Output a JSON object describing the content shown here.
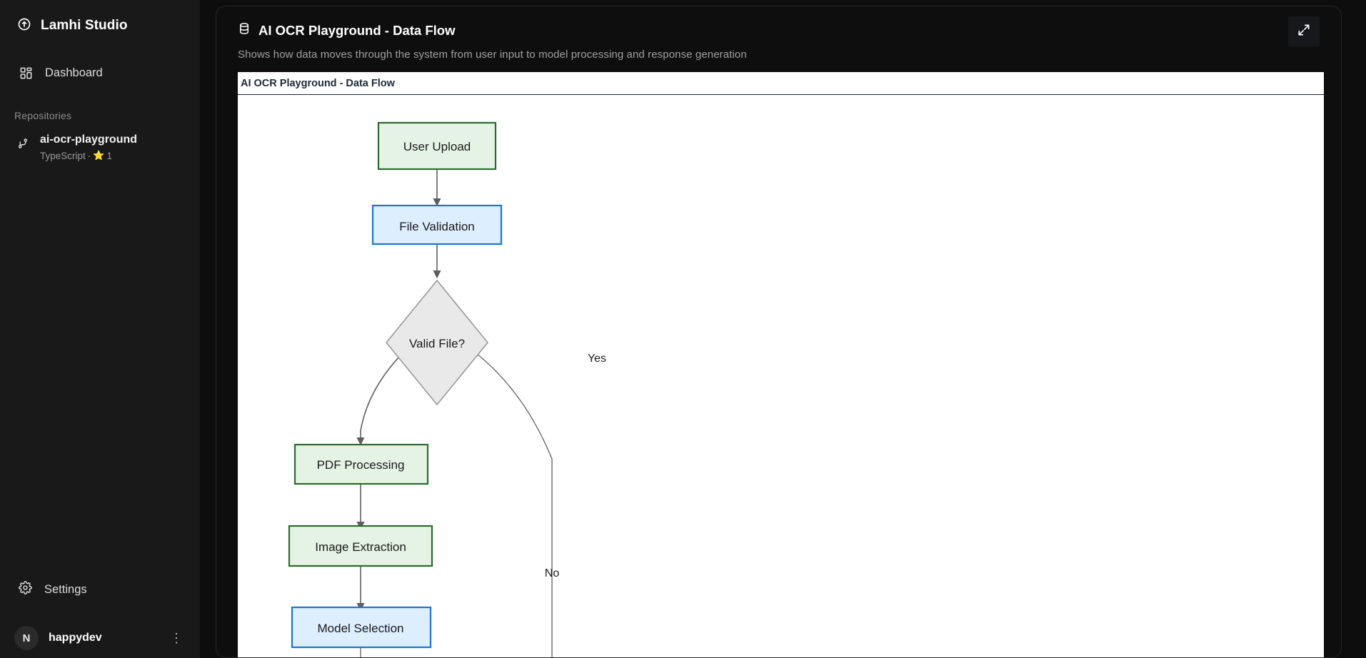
{
  "sidebar": {
    "brand": {
      "label": "Lamhi Studio",
      "icon": "arrow-up-circle-icon"
    },
    "nav": [
      {
        "label": "Dashboard",
        "icon": "dashboard-grid-icon"
      }
    ],
    "section_label": "Repositories",
    "repositories": [
      {
        "name": "ai-ocr-playground",
        "language": "TypeScript",
        "separator": "·",
        "star_glyph": "⭐",
        "stars": "1",
        "icon": "git-branch-icon"
      }
    ],
    "settings": {
      "label": "Settings",
      "icon": "gear-icon"
    },
    "user": {
      "name": "happydev",
      "avatar_initial": "N",
      "menu_glyph": "⋮"
    }
  },
  "header": {
    "icon": "database-icon",
    "title": "AI OCR Playground - Data Flow",
    "subtitle": "Shows how data moves through the system from user input to model processing and response generation"
  },
  "diagram": {
    "panel_title": "AI OCR Playground - Data Flow",
    "expand_icon": "expand-diagonal-icon",
    "colors": {
      "green_fill": "#e4f3e4",
      "green_stroke": "#2d6a2f",
      "blue_fill": "#ddeeff",
      "blue_stroke": "#1877d2",
      "gray_fill": "#e9e9e9",
      "gray_stroke": "#999999",
      "edge": "#5e5e5e",
      "text": "#1a1a1a"
    },
    "nodes": [
      {
        "id": "user-upload",
        "label": "User Upload",
        "shape": "rect",
        "style": "green"
      },
      {
        "id": "file-validation",
        "label": "File Validation",
        "shape": "rect",
        "style": "blue"
      },
      {
        "id": "valid-file",
        "label": "Valid File?",
        "shape": "diamond",
        "style": "gray"
      },
      {
        "id": "pdf-processing",
        "label": "PDF Processing",
        "shape": "rect",
        "style": "green"
      },
      {
        "id": "image-extraction",
        "label": "Image Extraction",
        "shape": "rect",
        "style": "green"
      },
      {
        "id": "model-selection",
        "label": "Model Selection",
        "shape": "rect",
        "style": "blue"
      }
    ],
    "edge_labels": [
      {
        "id": "yes-label",
        "label": "Yes"
      },
      {
        "id": "no-label",
        "label": "No"
      }
    ]
  }
}
